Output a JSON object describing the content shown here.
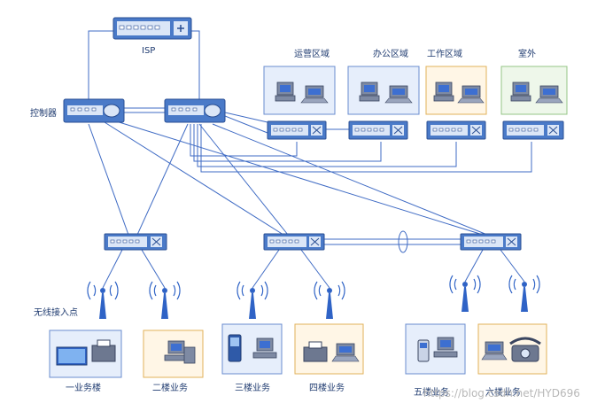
{
  "labels": {
    "isp": "ISP",
    "controller": "控制器",
    "wireless_ap": "无线接入点",
    "zone_ops": "运营区域",
    "zone_office": "办公区域",
    "zone_work": "工作区域",
    "zone_outdoor": "室外",
    "f1": "一业务楼",
    "f2": "二楼业务",
    "f3": "三楼业务",
    "f4": "四楼业务",
    "f5": "五楼业务",
    "f6": "六楼业务",
    "watermark": "https://blog.csdn.net/HYD696"
  },
  "colors": {
    "device": "#4a7ac8",
    "link": "#3f6bc4",
    "label": "#1f3b70",
    "orange_border": "#e2b25a",
    "green_border": "#94c585"
  }
}
